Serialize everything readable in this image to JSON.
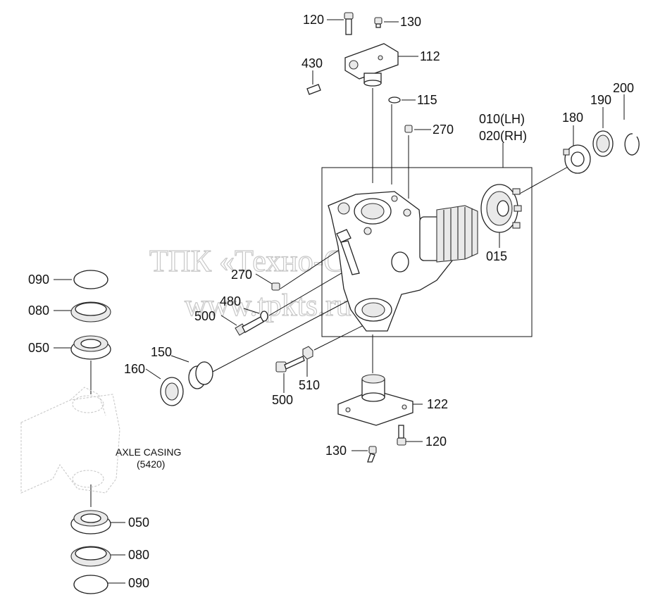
{
  "watermark": {
    "line1": "ТПК «Техно-Сиб»",
    "line2": "www.tpkts.ru"
  },
  "casing": {
    "name": "AXLE CASING",
    "code": "(5420)"
  },
  "labels": {
    "p120a": "120",
    "p130a": "130",
    "p112": "112",
    "p430": "430",
    "p115": "115",
    "p270a": "270",
    "p010": "010(LH)",
    "p020": "020(RH)",
    "p180": "180",
    "p190": "190",
    "p200": "200",
    "p015": "015",
    "p270b": "270",
    "p480": "480",
    "p500a": "500",
    "p150": "150",
    "p160": "160",
    "p500b": "500",
    "p510": "510",
    "p122": "122",
    "p120b": "120",
    "p130b": "130",
    "p090a": "090",
    "p080a": "080",
    "p050a": "050",
    "p050b": "050",
    "p080b": "080",
    "p090b": "090"
  }
}
